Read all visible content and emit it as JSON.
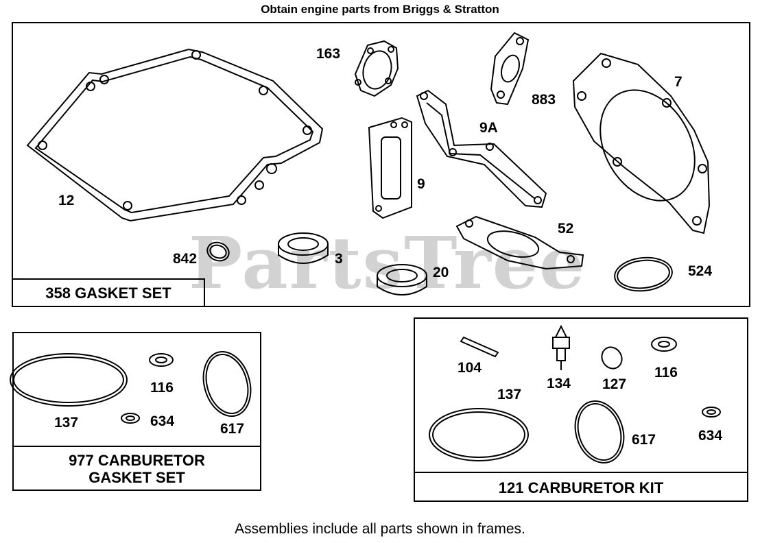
{
  "header": "Obtain engine parts from Briggs & Stratton",
  "footer": "Assemblies include all parts shown in frames.",
  "watermark": "PartsTree",
  "frames": {
    "gasket_set": {
      "title": "358 GASKET SET"
    },
    "carb_gasket_set": {
      "title_line1": "977 CARBURETOR",
      "title_line2": "GASKET SET"
    },
    "carb_kit": {
      "title": "121 CARBURETOR KIT"
    }
  },
  "callouts": {
    "p163": "163",
    "p883": "883",
    "p7": "7",
    "p9a": "9A",
    "p9": "9",
    "p12": "12",
    "p52": "52",
    "p842": "842",
    "p3": "3",
    "p20": "20",
    "p524": "524",
    "c137": "137",
    "c116": "116",
    "c634": "634",
    "c617": "617",
    "k104": "104",
    "k134": "134",
    "k127": "127",
    "k116": "116",
    "k137": "137",
    "k617": "617",
    "k634": "634"
  }
}
